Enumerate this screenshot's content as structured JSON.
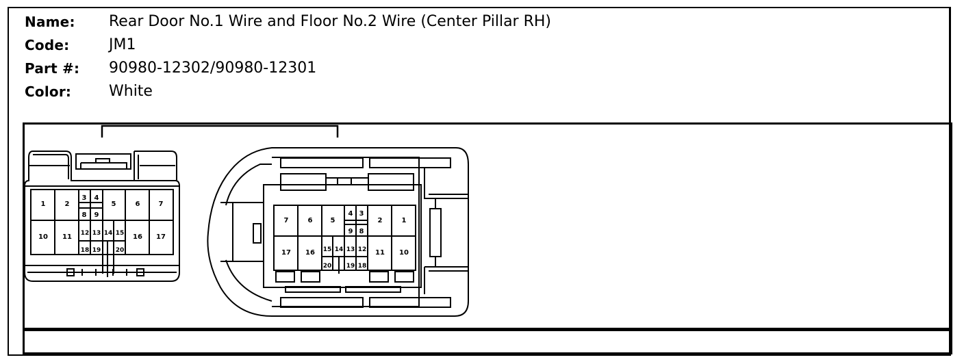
{
  "connector": {
    "name_label": "Name:",
    "name_value": "Rear Door No.1 Wire and Floor No.2 Wire (Center Pillar RH)",
    "code_label": "Code:",
    "code_value": "JM1",
    "part_label": "Part #:",
    "part_value": "90980-12302/90980-12301",
    "color_label": "Color:",
    "color_value": "White"
  },
  "diagram": {
    "left_view_pins": [
      "1",
      "2",
      "3",
      "4",
      "5",
      "6",
      "7",
      "8",
      "9",
      "10",
      "11",
      "12",
      "13",
      "14",
      "15",
      "16",
      "17",
      "18",
      "19",
      "20"
    ],
    "right_view_pins": [
      "7",
      "6",
      "5",
      "4",
      "3",
      "2",
      "1",
      "9",
      "8",
      "17",
      "16",
      "15",
      "14",
      "13",
      "12",
      "11",
      "10",
      "20",
      "19",
      "18"
    ]
  }
}
